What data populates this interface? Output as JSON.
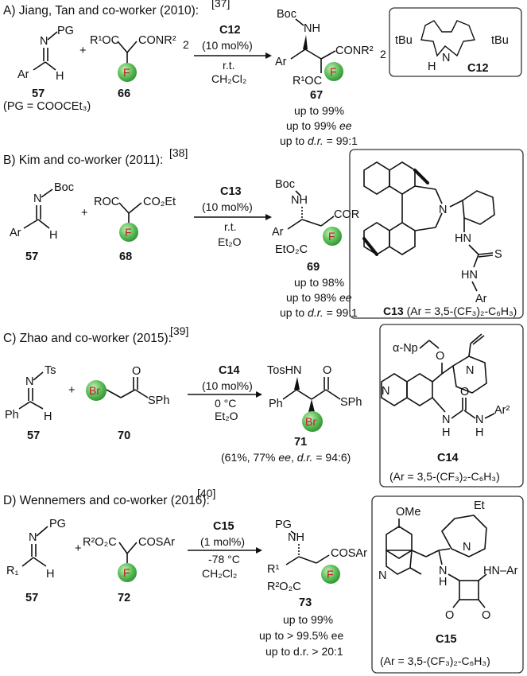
{
  "sections": {
    "A": {
      "title": "A) Jiang, Tan and co-worker (2010):",
      "ref": "[37]",
      "imine_pg": "PG",
      "imine_n": "N",
      "imine_ar": "Ar",
      "imine_h": "H",
      "imine_num": "57",
      "pg_note": "(PG = COOCEt₃)",
      "plus": "+",
      "reagent_r1oc": "R¹OC",
      "reagent_conr2": "CONR²",
      "reagent_sub": "2",
      "reagent_f": "F",
      "reagent_num": "66",
      "cat": "C12",
      "cat_load": "(10 mol%)",
      "cond1": "r.t.",
      "cond2": "CH₂Cl₂",
      "prod_boc": "Boc",
      "prod_nh": "NH",
      "prod_ar": "Ar",
      "prod_conr2": "CONR²",
      "prod_sub": "2",
      "prod_r1oc": "R¹OC",
      "prod_f": "F",
      "prod_num": "67",
      "yield1": "up to 99%",
      "yield2": "up to 99% ",
      "yield2_it": "ee",
      "yield3a": "up to ",
      "yield3_it": "d.r.",
      "yield3b": " = 99:1",
      "catbox_tbu1": "tBu",
      "catbox_tbu2": "tBu",
      "catbox_n": "N",
      "catbox_h": "H",
      "catbox_name": "C12"
    },
    "B": {
      "title": "B) Kim and co-worker (2011):",
      "ref": "[38]",
      "imine_pg": "Boc",
      "imine_n": "N",
      "imine_ar": "Ar",
      "imine_h": "H",
      "imine_num": "57",
      "plus": "+",
      "reagent_roc": "ROC",
      "reagent_co2et": "CO₂Et",
      "reagent_f": "F",
      "reagent_num": "68",
      "cat": "C13",
      "cat_load": "(10 mol%)",
      "cond1": "r.t.",
      "cond2": "Et₂O",
      "prod_boc": "Boc",
      "prod_nh": "NH",
      "prod_ar": "Ar",
      "prod_cor": "COR",
      "prod_eto2c": "EtO₂C",
      "prod_f": "F",
      "prod_num": "69",
      "yield1": "up to 98%",
      "yield2": "up to 98% ",
      "yield2_it": "ee",
      "yield3a": "up to ",
      "yield3_it": "d.r.",
      "yield3b": " = 99:1",
      "catbox_n": "N",
      "catbox_hn1": "HN",
      "catbox_s": "S",
      "catbox_hn2": "HN",
      "catbox_ar": "Ar",
      "catbox_name": "C13",
      "catbox_note": " (Ar = 3,5-(CF₃)₂-C₆H₃)"
    },
    "C": {
      "title": "C) Zhao and co-worker (2015):",
      "ref": "[39]",
      "imine_pg": "Ts",
      "imine_n": "N",
      "imine_ph": "Ph",
      "imine_h": "H",
      "imine_num": "57",
      "plus": "+",
      "reagent_br": "Br",
      "reagent_o": "O",
      "reagent_sph": "SPh",
      "reagent_num": "70",
      "cat": "C14",
      "cat_load": "(10 mol%)",
      "cond0": "0 °C",
      "cond2": "Et₂O",
      "prod_toshn": "TosHN",
      "prod_o": "O",
      "prod_ph": "Ph",
      "prod_sph": "SPh",
      "prod_br": "Br",
      "prod_num": "71",
      "yield_a": "(61%, 77% ",
      "yield_it1": "ee",
      "yield_b": ", ",
      "yield_it2": "d.r.",
      "yield_c": " = 94:6)",
      "catbox_anp": "α-Np",
      "catbox_o": "O",
      "catbox_n1": "N",
      "catbox_n2": "N",
      "catbox_o2": "O",
      "catbox_nh1": "N",
      "catbox_h1": "H",
      "catbox_nh2": "N",
      "catbox_h2": "H",
      "catbox_ar2": "Ar²",
      "catbox_name": "C14",
      "catbox_note": "(Ar = 3,5-(CF₃)₂-C₆H₃)"
    },
    "D": {
      "title": "D) Wennemers and co-worker (2016):",
      "ref": "[40]",
      "imine_pg": "PG",
      "imine_n": "N",
      "imine_r1": "R₁",
      "imine_h": "H",
      "imine_num": "57",
      "plus": "+",
      "reagent_r2o2c": "R²O₂C",
      "reagent_cosar": "COSAr",
      "reagent_f": "F",
      "reagent_num": "72",
      "cat": "C15",
      "cat_load": "(1 mol%)",
      "cond1": "-78 °C",
      "cond2": "CH₂Cl₂",
      "prod_pg": "PG",
      "prod_nh": "NH",
      "prod_r1": "R¹",
      "prod_cosar": "COSAr",
      "prod_r2o2c": "R²O₂C",
      "prod_f": "F",
      "prod_num": "73",
      "yield1": "up to 99%",
      "yield2": "up to > 99.5% ee",
      "yield3": "up to d.r. > 20:1",
      "catbox_ome": "OMe",
      "catbox_et": "Et",
      "catbox_n1": "N",
      "catbox_n2": "N",
      "catbox_nh": "N",
      "catbox_h": "H",
      "catbox_hnar": "HN–Ar",
      "catbox_o1": "O",
      "catbox_o2": "O",
      "catbox_name": "C15",
      "catbox_note": "(Ar = 3,5-(CF₃)₂-C₆H₃)"
    }
  },
  "colors": {
    "ball": "#5cc05a",
    "ball_dark": "#2e8f30",
    "atom_label": "#c8152a"
  }
}
